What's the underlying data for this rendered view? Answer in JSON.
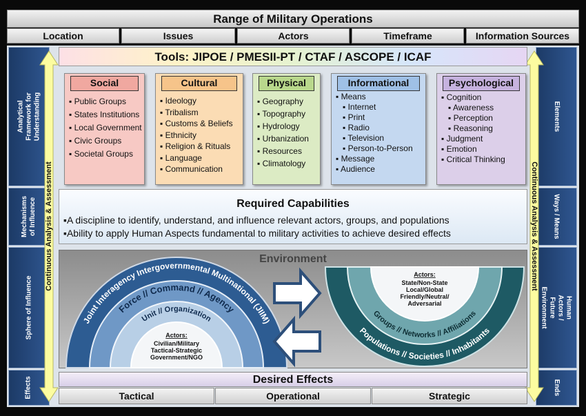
{
  "top": {
    "title": "Range of Military Operations",
    "tabs": [
      "Location",
      "Issues",
      "Actors",
      "Timeframe",
      "Information Sources"
    ]
  },
  "left_labels": [
    "Analytical Framework for Understanding",
    "Mechanisms of Influence",
    "Sphere of Influence",
    "Effects"
  ],
  "right_labels": [
    "Elements",
    "Ways / Means",
    "Human Actors / Future Environment",
    "Ends"
  ],
  "tools_title": "Tools: JIPOE / PMESII-PT / CTAF / ASCOPE / ICAF",
  "panels": [
    {
      "title": "Social",
      "color": "#f7c9c4",
      "head": "#f0a8a0",
      "items": [
        {
          "t": "Public Groups"
        },
        {
          "t": "States Institutions"
        },
        {
          "t": "Local Government"
        },
        {
          "t": "Civic Groups"
        },
        {
          "t": "Societal Groups"
        }
      ]
    },
    {
      "title": "Cultural",
      "color": "#fbdcb4",
      "head": "#f6c48a",
      "items": [
        {
          "t": "Ideology"
        },
        {
          "t": "Tribalism"
        },
        {
          "t": "Customs & Beliefs"
        },
        {
          "t": "Ethnicity"
        },
        {
          "t": "Religion & Rituals"
        },
        {
          "t": "Language"
        },
        {
          "t": "Communication"
        }
      ]
    },
    {
      "title": "Physical",
      "color": "#dcebc4",
      "head": "#b9d88c",
      "items": [
        {
          "t": "Geography"
        },
        {
          "t": "Topography"
        },
        {
          "t": "Hydrology"
        },
        {
          "t": "Urbanization"
        },
        {
          "t": "Resources"
        },
        {
          "t": "Climatology"
        }
      ]
    },
    {
      "title": "Informational",
      "color": "#c4d8f0",
      "head": "#9fc0e6",
      "items": [
        {
          "t": "Means"
        },
        {
          "t": "Internet",
          "sub": true
        },
        {
          "t": "Print",
          "sub": true
        },
        {
          "t": "Radio",
          "sub": true
        },
        {
          "t": "Television",
          "sub": true
        },
        {
          "t": "Person-to-Person",
          "sub": true
        },
        {
          "t": "Message"
        },
        {
          "t": "Audience"
        }
      ]
    },
    {
      "title": "Psychological",
      "color": "#dccfe9",
      "head": "#c6b2df",
      "items": [
        {
          "t": "Cognition"
        },
        {
          "t": "Awareness",
          "sub": true
        },
        {
          "t": "Perception",
          "sub": true
        },
        {
          "t": "Reasoning",
          "sub": true
        },
        {
          "t": "Judgment"
        },
        {
          "t": "Emotion"
        },
        {
          "t": "Critical Thinking"
        }
      ]
    }
  ],
  "caps": {
    "title": "Required Capabilities",
    "lines": [
      "A discipline to identify, understand, and influence relevant actors, groups, and populations",
      "Ability to apply Human Aspects fundamental to military activities to achieve desired effects"
    ]
  },
  "env": {
    "title": "Environment",
    "left_rings": [
      "Joint Interagency Intergovernmental Multinational (JIIM)",
      "Force // Command // Agency",
      "Unit // Organization"
    ],
    "left_core": {
      "head": "Actors:",
      "lines": [
        "Civilian/Military",
        "Tactical-Strategic",
        "Government/NGO"
      ]
    },
    "right_rings": [
      "Populations // Societies // Inhabitants",
      "Groups // Networks // Affiliations"
    ],
    "right_core": {
      "head": "Actors:",
      "lines": [
        "State/Non-State",
        "Local/Global",
        "Friendly/Neutral/",
        "Adversarial"
      ]
    }
  },
  "vertical_arrow_label": "Continuous Analysis & Assessment",
  "effects": {
    "title": "Desired Effects",
    "tabs": [
      "Tactical",
      "Operational",
      "Strategic"
    ]
  },
  "colors": {
    "navy": "#1c3a66",
    "teal": "#1e5a64",
    "blue_ring": "#2d5c92",
    "yellow": "#fcfca0"
  }
}
